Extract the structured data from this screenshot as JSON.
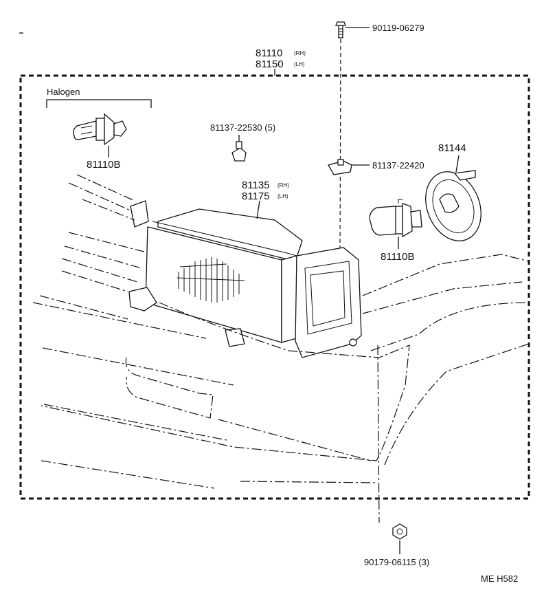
{
  "labels": {
    "bolt_top": "90119-06279",
    "assembly_rh": "81110",
    "assembly_rh_side": "(RH)",
    "assembly_lh": "81150",
    "assembly_lh_side": "(LH)",
    "halogen": "Halogen",
    "bulb_halogen": "81110B",
    "clip_a": "81137-22530 (5)",
    "clip_b": "81137-22420",
    "socket_cover": "81144",
    "unit_rh": "81135",
    "unit_rh_side": "(RH)",
    "unit_lh": "81175",
    "unit_lh_side": "(LH)",
    "bulb_right": "81110B",
    "nut_bottom": "90179-06115 (3)",
    "diagram_code": "ME H582"
  }
}
